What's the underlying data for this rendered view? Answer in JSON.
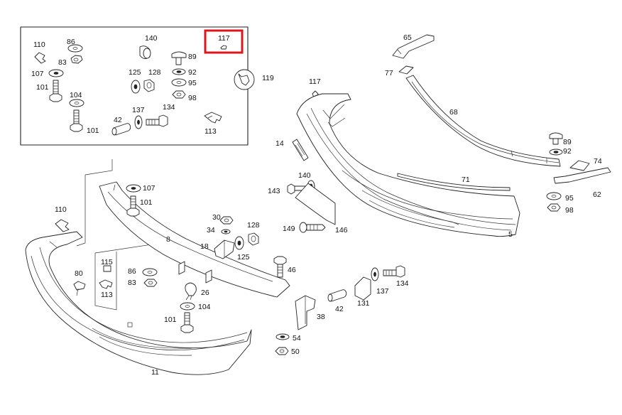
{
  "callouts": {
    "box": {
      "p110": "110",
      "p86": "86",
      "p83": "83",
      "p107": "107",
      "p101a": "101",
      "p104": "104",
      "p101b": "101",
      "p140": "140",
      "p125": "125",
      "p128": "128",
      "p89": "89",
      "p92": "92",
      "p95": "95",
      "p98": "98",
      "p42": "42",
      "p137": "137",
      "p134": "134",
      "p113": "113",
      "p117": "117",
      "p119": "119"
    },
    "front": {
      "p65": "65",
      "p77": "77",
      "p68": "68",
      "p117": "117",
      "p14": "14",
      "p89": "89",
      "p92": "92",
      "p74": "74",
      "p71": "71",
      "p62": "62",
      "p95": "95",
      "p98": "98",
      "p140": "140",
      "p143": "143",
      "p149": "149",
      "p146": "146",
      "p5": "5"
    },
    "rear": {
      "p107": "107",
      "p101": "101",
      "p110": "110",
      "p8": "8",
      "p30": "30",
      "p128": "128",
      "p34": "34",
      "p18": "18",
      "p125": "125",
      "p46": "46",
      "p115": "115",
      "p86": "86",
      "p83": "83",
      "p80": "80",
      "p113": "113",
      "p26": "26",
      "p104": "104",
      "p101b": "101",
      "p11": "11",
      "p42": "42",
      "p131": "131",
      "p137": "137",
      "p134": "134",
      "p38": "38",
      "p54": "54",
      "p50": "50"
    }
  },
  "colors": {
    "highlight": "#e0151b",
    "line": "#222222"
  }
}
